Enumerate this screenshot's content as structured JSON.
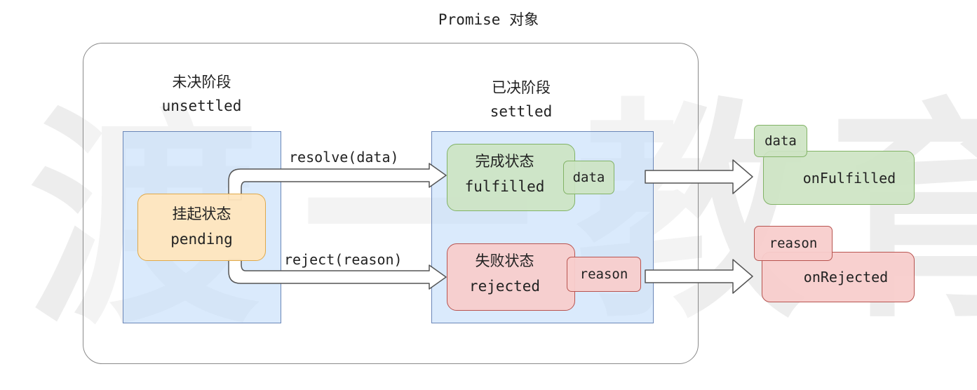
{
  "title": "Promise 对象",
  "unsettled": {
    "cn": "未决阶段",
    "en": "unsettled"
  },
  "settled": {
    "cn": "已决阶段",
    "en": "settled"
  },
  "pending": {
    "cn": "挂起状态",
    "en": "pending"
  },
  "fulfilled": {
    "cn": "完成状态",
    "en": "fulfilled",
    "payload": "data"
  },
  "rejected": {
    "cn": "失败状态",
    "en": "rejected",
    "payload": "reason"
  },
  "edges": {
    "resolve": "resolve(data)",
    "reject": "reject(reason)"
  },
  "handlers": {
    "fulfilled": {
      "payload": "data",
      "name": "onFulfilled"
    },
    "rejected": {
      "payload": "reason",
      "name": "onRejected"
    }
  },
  "colors": {
    "panel": "#bcd8fa",
    "pending": "#ffe6be",
    "fulfilled": "#cde4c3",
    "rejected": "#f8cecc"
  }
}
